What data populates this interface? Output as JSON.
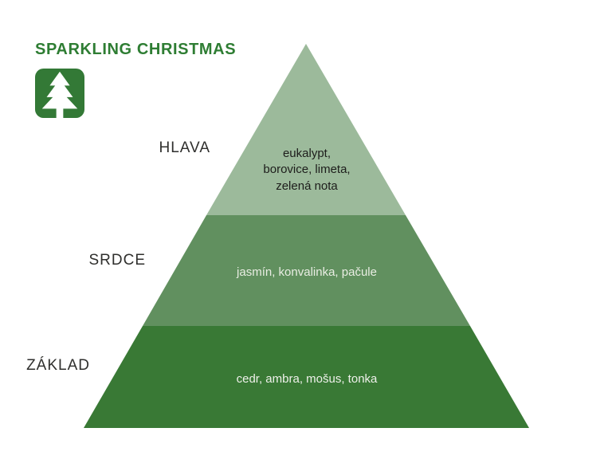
{
  "header": {
    "title": "SPARKLING CHRISTMAS",
    "logo_icon": "pine-tree-icon"
  },
  "colors": {
    "title_green": "#2e7d33",
    "icon_background": "#337936",
    "level_top_fill": "#9cba9b",
    "level_middle_fill": "#61905f",
    "level_base_fill": "#397935",
    "side_label_text": "#2f2f2d",
    "top_notes_text": "#1d1d1b",
    "light_notes_text": "#eaeee6"
  },
  "pyramid": {
    "levels": [
      {
        "id": "top",
        "label": "HLAVA",
        "lines": [
          "eukalypt,",
          "borovice, limeta,",
          "zelená nota"
        ]
      },
      {
        "id": "middle",
        "label": "SRDCE",
        "lines": [
          "jasmín, konvalinka, pačule"
        ]
      },
      {
        "id": "base",
        "label": "ZÁKLAD",
        "lines": [
          "cedr, ambra, mošus, tonka"
        ]
      }
    ]
  }
}
